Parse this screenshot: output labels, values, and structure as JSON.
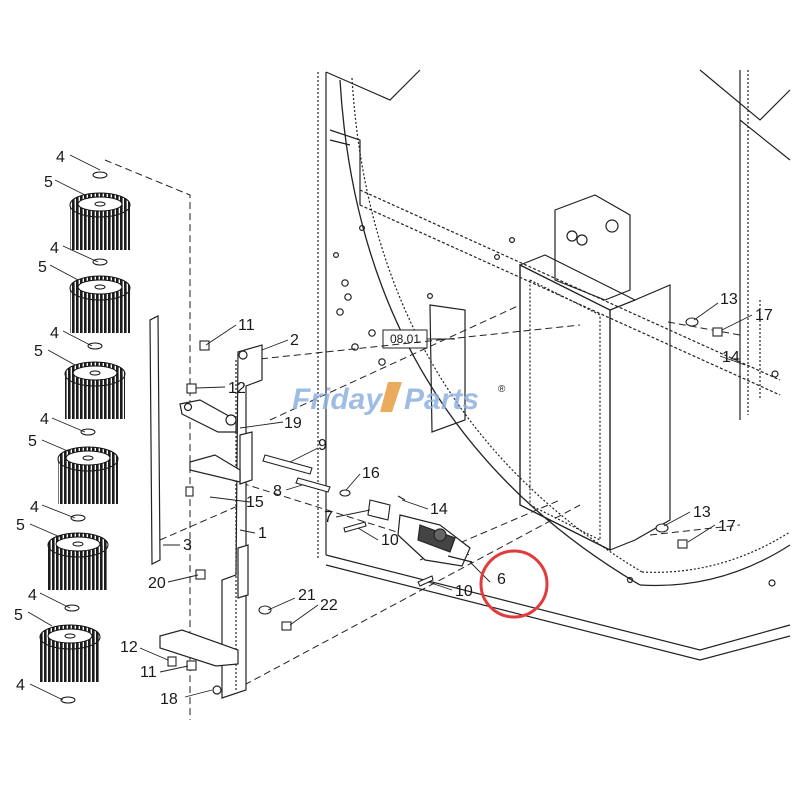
{
  "watermark": {
    "word1": "Friday",
    "word2": "Parts",
    "reg_mark": "®",
    "color": "#8fb2e0"
  },
  "reference_label": "08.01",
  "highlight": {
    "part_number": "6",
    "circle_color": "#e23b3b"
  },
  "callouts": {
    "brush_washers": [
      "4",
      "4",
      "4",
      "4",
      "4",
      "4",
      "4"
    ],
    "brushes": [
      "5",
      "5",
      "5",
      "5",
      "5",
      "5"
    ],
    "rod": "3",
    "bracket_main": "1",
    "bracket_top": "2",
    "p7": "7",
    "p8": "8",
    "p9": "9",
    "p10a": "10",
    "p10b": "10",
    "p11a": "11",
    "p11b": "11",
    "p12a": "12",
    "p12b": "12",
    "p13a": "13",
    "p13b": "13",
    "p14a": "14",
    "p14b": "14",
    "p15": "15",
    "p16": "16",
    "p17a": "17",
    "p17b": "17",
    "p18": "18",
    "p19": "19",
    "p20": "20",
    "p21": "21",
    "p22": "22"
  }
}
